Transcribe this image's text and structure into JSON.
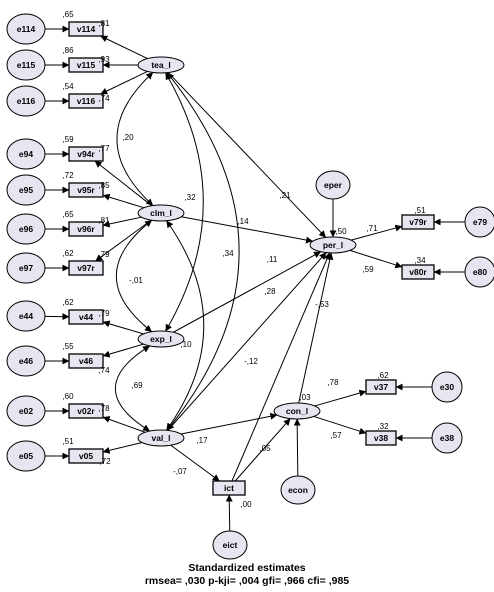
{
  "caption": {
    "line1": "Standardized estimates",
    "line2": "rmsea= ,030 p-kji= ,004 gfi= ,966 cfi= ,985"
  },
  "colors": {
    "node_fill": "#e8e4f0",
    "stroke": "#000000"
  },
  "nodes": [
    {
      "id": "e114",
      "type": "error",
      "label": "e114"
    },
    {
      "id": "e115",
      "type": "error",
      "label": "e115"
    },
    {
      "id": "e116",
      "type": "error",
      "label": "e116"
    },
    {
      "id": "e94",
      "type": "error",
      "label": "e94"
    },
    {
      "id": "e95",
      "type": "error",
      "label": "e95"
    },
    {
      "id": "e96",
      "type": "error",
      "label": "e96"
    },
    {
      "id": "e97",
      "type": "error",
      "label": "e97"
    },
    {
      "id": "e44",
      "type": "error",
      "label": "e44"
    },
    {
      "id": "e46",
      "type": "error",
      "label": "e46"
    },
    {
      "id": "e02",
      "type": "error",
      "label": "e02"
    },
    {
      "id": "e05",
      "type": "error",
      "label": "e05"
    },
    {
      "id": "v114",
      "type": "observed",
      "label": "v114",
      "r2": ",65"
    },
    {
      "id": "v115",
      "type": "observed",
      "label": "v115",
      "r2": ",86"
    },
    {
      "id": "v116",
      "type": "observed",
      "label": "v116",
      "r2": ",54"
    },
    {
      "id": "v94r",
      "type": "observed",
      "label": "v94r",
      "r2": ",59"
    },
    {
      "id": "v95r",
      "type": "observed",
      "label": "v95r",
      "r2": ",72"
    },
    {
      "id": "v96r",
      "type": "observed",
      "label": "v96r",
      "r2": ",65"
    },
    {
      "id": "v97r",
      "type": "observed",
      "label": "v97r",
      "r2": ",62"
    },
    {
      "id": "v44",
      "type": "observed",
      "label": "v44",
      "r2": ",62"
    },
    {
      "id": "v46",
      "type": "observed",
      "label": "v46",
      "r2": ",55"
    },
    {
      "id": "v02r",
      "type": "observed",
      "label": "v02r",
      "r2": ",60"
    },
    {
      "id": "v05",
      "type": "observed",
      "label": "v05",
      "r2": ",51"
    },
    {
      "id": "tea_l",
      "type": "latent",
      "label": "tea_l"
    },
    {
      "id": "clm_l",
      "type": "latent",
      "label": "clm_l"
    },
    {
      "id": "exp_l",
      "type": "latent",
      "label": "exp_l"
    },
    {
      "id": "val_l",
      "type": "latent",
      "label": "val_l"
    },
    {
      "id": "per_l",
      "type": "latent",
      "label": "per_l",
      "r2": ",50"
    },
    {
      "id": "con_l",
      "type": "latent",
      "label": "con_l",
      "r2": ",03"
    },
    {
      "id": "ict",
      "type": "observed",
      "label": "ict",
      "r2": ",00"
    },
    {
      "id": "eper",
      "type": "error",
      "label": "eper"
    },
    {
      "id": "econ",
      "type": "error",
      "label": "econ"
    },
    {
      "id": "eict",
      "type": "error",
      "label": "eict"
    },
    {
      "id": "v79r",
      "type": "observed",
      "label": "v79r",
      "r2": ",51"
    },
    {
      "id": "v80r",
      "type": "observed",
      "label": "v80r",
      "r2": ",34"
    },
    {
      "id": "v37",
      "type": "observed",
      "label": "v37",
      "r2": ",62"
    },
    {
      "id": "v38",
      "type": "observed",
      "label": "v38",
      "r2": ",32"
    },
    {
      "id": "e79",
      "type": "error",
      "label": "e79"
    },
    {
      "id": "e80",
      "type": "error",
      "label": "e80"
    },
    {
      "id": "e30",
      "type": "error",
      "label": "e30"
    },
    {
      "id": "e38",
      "type": "error",
      "label": "e38"
    }
  ],
  "edges": [
    {
      "from": "tea_l",
      "to": "v114",
      "label": ",81"
    },
    {
      "from": "tea_l",
      "to": "v115",
      "label": ",93"
    },
    {
      "from": "tea_l",
      "to": "v116",
      "label": ",74"
    },
    {
      "from": "clm_l",
      "to": "v94r",
      "label": ",77"
    },
    {
      "from": "clm_l",
      "to": "v95r",
      "label": ",85"
    },
    {
      "from": "clm_l",
      "to": "v96r",
      "label": ",81"
    },
    {
      "from": "clm_l",
      "to": "v97r",
      "label": ",79"
    },
    {
      "from": "exp_l",
      "to": "v44",
      "label": ",79"
    },
    {
      "from": "exp_l",
      "to": "v46",
      "label": ",74"
    },
    {
      "from": "val_l",
      "to": "v02r",
      "label": ",78"
    },
    {
      "from": "val_l",
      "to": "v05",
      "label": ",72"
    },
    {
      "from": "tea_l",
      "to": "per_l",
      "label": ",21"
    },
    {
      "from": "clm_l",
      "to": "per_l",
      "label": ",14"
    },
    {
      "from": "exp_l",
      "to": "per_l",
      "label": ",11"
    },
    {
      "from": "val_l",
      "to": "per_l",
      "label": ",28"
    },
    {
      "from": "ict",
      "to": "per_l",
      "label": "-,12"
    },
    {
      "from": "con_l",
      "to": "per_l",
      "label": "-,53"
    },
    {
      "from": "val_l",
      "to": "con_l",
      "label": ",17"
    },
    {
      "from": "ict",
      "to": "con_l",
      "label": ",05"
    },
    {
      "from": "val_l",
      "to": "ict",
      "label": "-,07"
    },
    {
      "from": "per_l",
      "to": "v79r",
      "label": ",71"
    },
    {
      "from": "per_l",
      "to": "v80r",
      "label": ",59"
    },
    {
      "from": "con_l",
      "to": "v37",
      "label": ",78"
    },
    {
      "from": "con_l",
      "to": "v38",
      "label": ",57"
    }
  ],
  "correlations": [
    {
      "a": "tea_l",
      "b": "clm_l",
      "label": ",20"
    },
    {
      "a": "tea_l",
      "b": "exp_l",
      "label": ",32"
    },
    {
      "a": "tea_l",
      "b": "val_l",
      "label": ",34"
    },
    {
      "a": "clm_l",
      "b": "exp_l",
      "label": "-,01"
    },
    {
      "a": "clm_l",
      "b": "val_l",
      "label": ",10"
    },
    {
      "a": "exp_l",
      "b": "val_l",
      "label": ",69"
    }
  ]
}
